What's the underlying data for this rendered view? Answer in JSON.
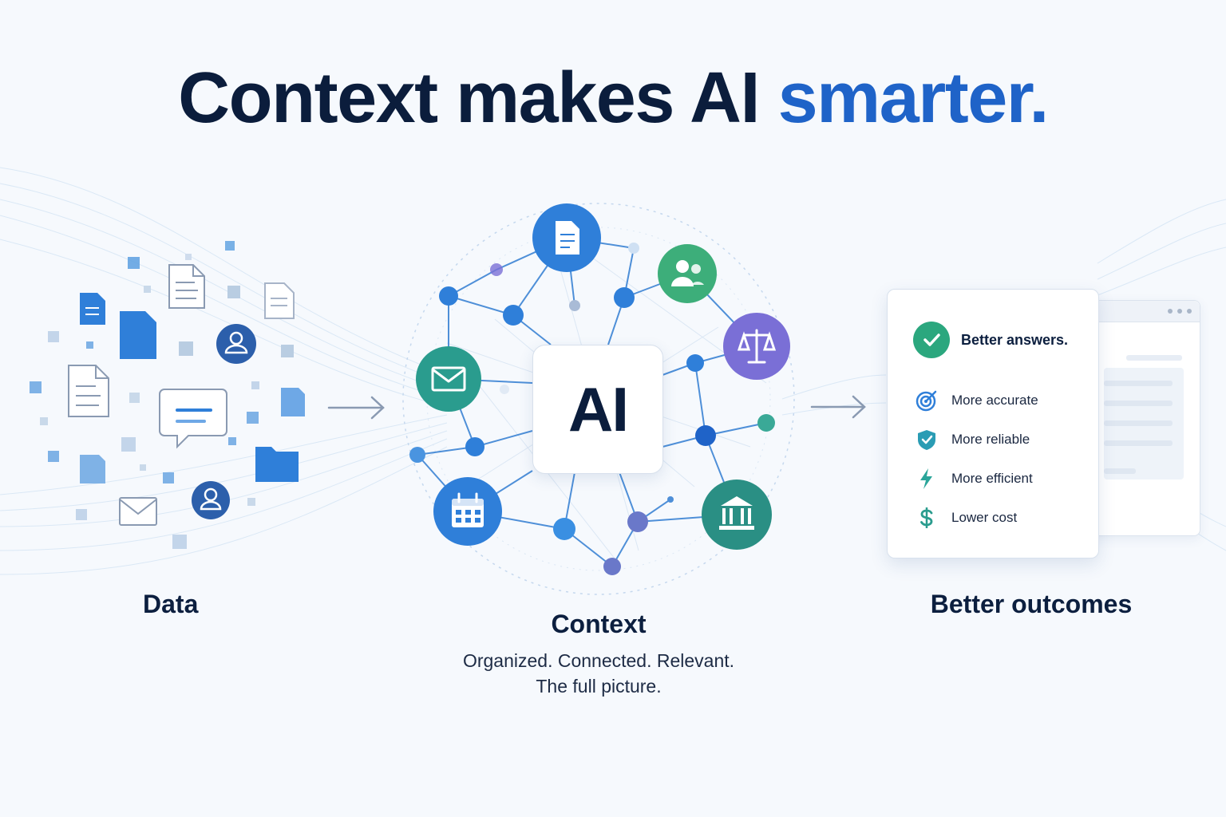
{
  "headline": {
    "main": "Context makes AI ",
    "accent": "smarter."
  },
  "stages": {
    "data": {
      "label": "Data"
    },
    "context": {
      "label": "Context",
      "subtitle_line1": "Organized. Connected. Relevant.",
      "subtitle_line2": "The full picture.",
      "core_label": "AI"
    },
    "outcomes": {
      "label": "Better outcomes",
      "headline": "Better answers.",
      "items": [
        {
          "icon": "target-icon",
          "label": "More accurate"
        },
        {
          "icon": "shield-check-icon",
          "label": "More reliable"
        },
        {
          "icon": "lightning-icon",
          "label": "More efficient"
        },
        {
          "icon": "dollar-icon",
          "label": "Lower cost"
        }
      ]
    }
  },
  "context_nodes": [
    "document-icon",
    "people-icon",
    "scales-icon",
    "email-icon",
    "calendar-icon",
    "bank-icon"
  ],
  "colors": {
    "headline": "#0b1d3c",
    "accent": "#1f63c8",
    "blue_node": "#2f7fd9",
    "teal_node": "#2a9c8e",
    "green_node": "#3dae7a",
    "purple_node": "#7a6fd6",
    "check": "#2ba77e"
  }
}
